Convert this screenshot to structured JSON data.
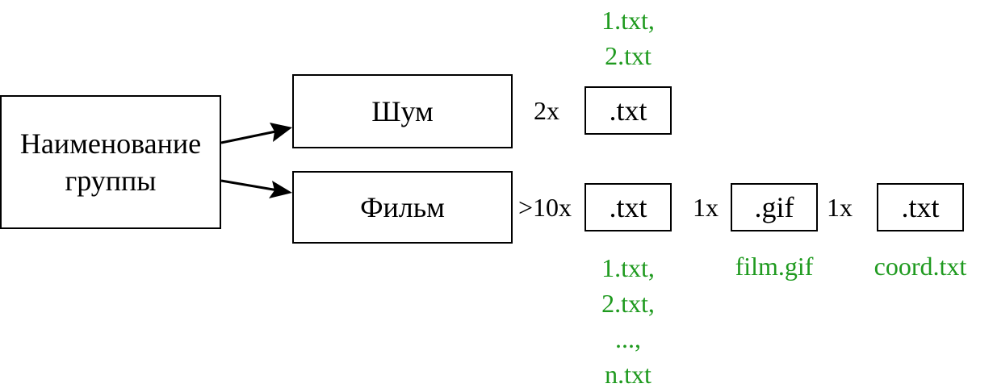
{
  "diagram": {
    "group": {
      "line1": "Наименование",
      "line2": "группы"
    },
    "noise": {
      "label": "Шум",
      "multiplier": "2x",
      "file_type": ".txt",
      "files": [
        "1.txt,",
        "2.txt"
      ]
    },
    "film": {
      "label": "Фильм",
      "multiplier": ">10x",
      "file_type": ".txt",
      "files": [
        "1.txt,",
        "2.txt,",
        "...,",
        "n.txt"
      ],
      "gif_multiplier": "1x",
      "gif_type": ".gif",
      "gif_file": "film.gif",
      "coord_multiplier": "1x",
      "coord_type": ".txt",
      "coord_file": "coord.txt"
    },
    "colors": {
      "filename_text": "#1f9a1f",
      "stroke": "#000000"
    }
  }
}
